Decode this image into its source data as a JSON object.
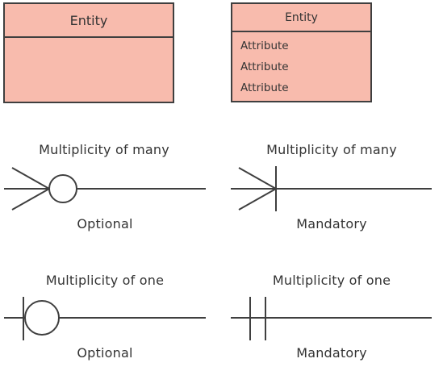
{
  "entities": {
    "plain": {
      "title": "Entity"
    },
    "with_attributes": {
      "title": "Entity",
      "attributes": [
        "Attribute",
        "Attribute",
        "Attribute"
      ]
    }
  },
  "notations": {
    "many_optional": {
      "caption": "Multiplicity of many",
      "sublabel": "Optional"
    },
    "many_mandatory": {
      "caption": "Multiplicity of many",
      "sublabel": "Mandatory"
    },
    "one_optional": {
      "caption": "Multiplicity of one",
      "sublabel": "Optional"
    },
    "one_mandatory": {
      "caption": "Multiplicity of one",
      "sublabel": "Mandatory"
    }
  },
  "colors": {
    "entity_fill": "#f8bbad",
    "stroke": "#3f3f3f",
    "text": "#333333"
  }
}
